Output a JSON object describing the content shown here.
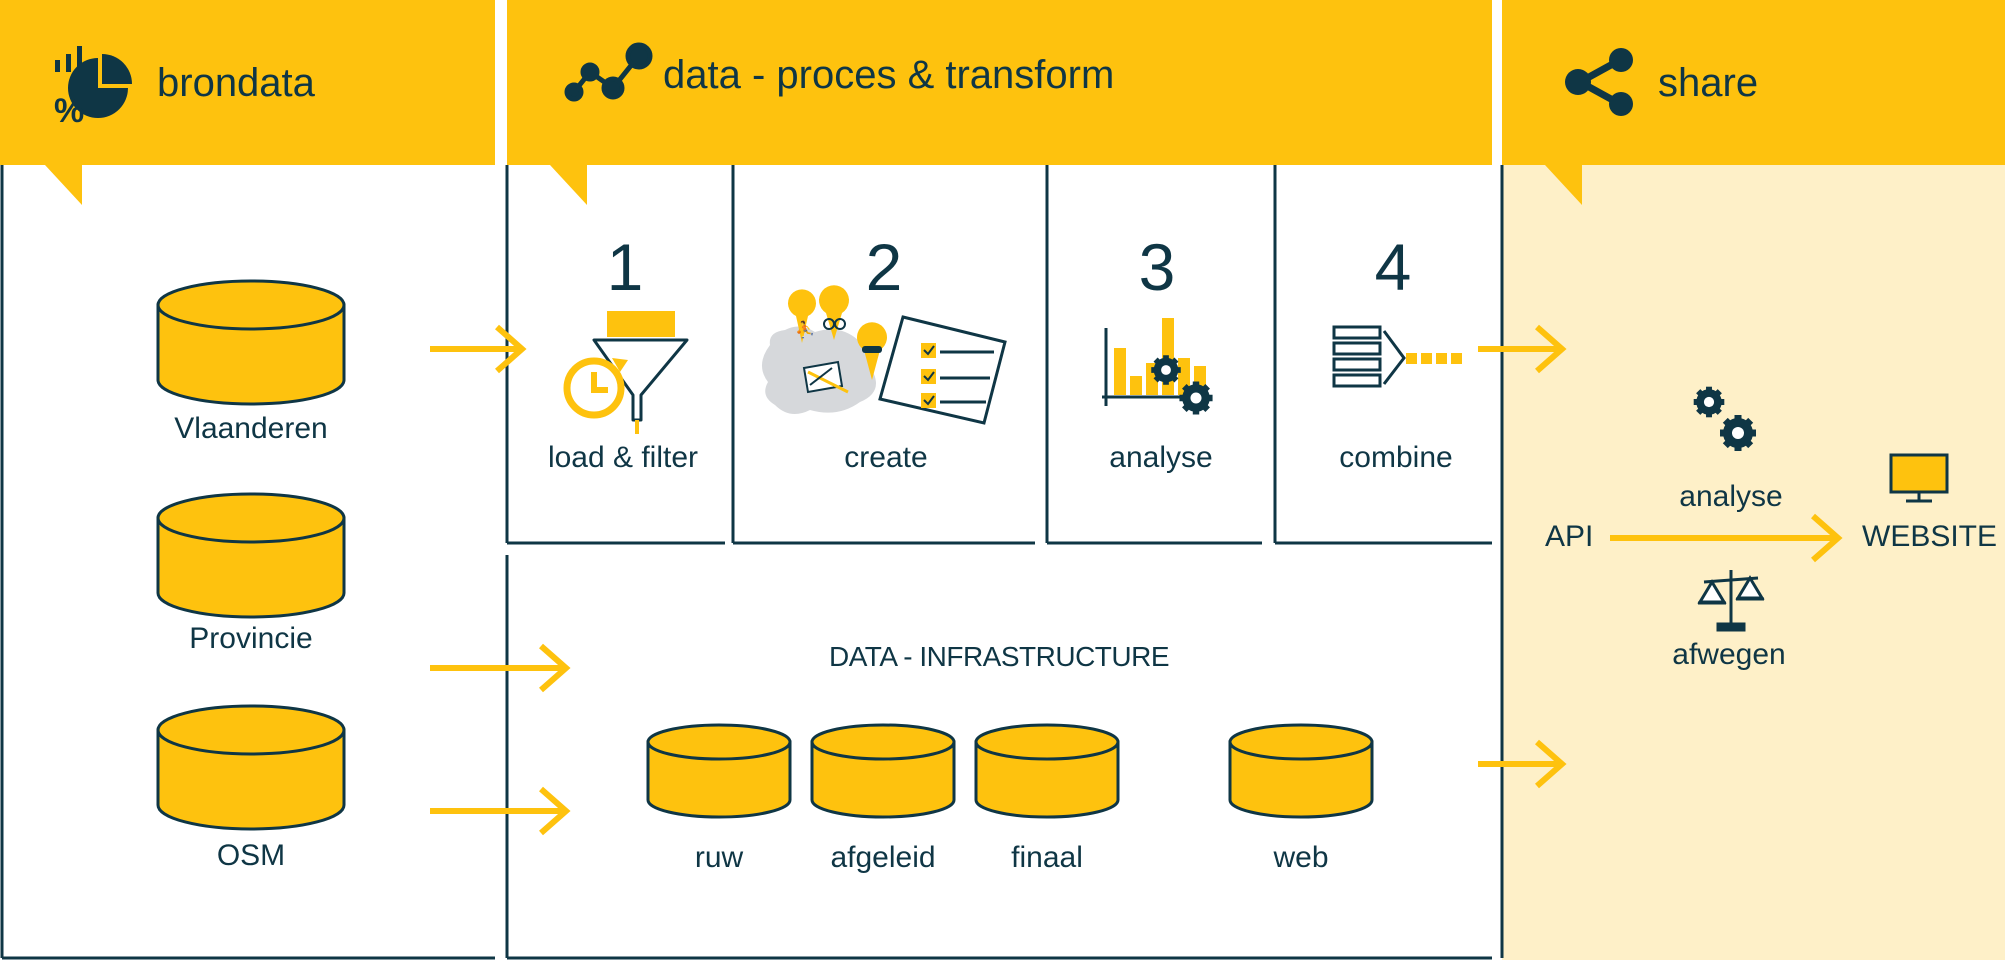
{
  "colors": {
    "accent": "#FEC20E",
    "dark": "#0F3645",
    "light_bg": "#FEF0C8",
    "grey": "#D6D8DB"
  },
  "sections": {
    "brondata": {
      "title": "brondata",
      "icon": "chart-percent-icon"
    },
    "proces": {
      "title": "data - proces & transform",
      "icon": "line-graph-icon"
    },
    "share": {
      "title": "share",
      "icon": "share-icon"
    }
  },
  "sources": [
    {
      "label": "Vlaanderen"
    },
    {
      "label": "Provincie"
    },
    {
      "label": "OSM"
    }
  ],
  "steps": [
    {
      "number": "1",
      "label": "load & filter",
      "icon": "funnel-clock-icon"
    },
    {
      "number": "2",
      "label": "create",
      "icon": "map-checklist-icon"
    },
    {
      "number": "3",
      "label": "analyse",
      "icon": "bar-chart-gears-icon"
    },
    {
      "number": "4",
      "label": "combine",
      "icon": "combine-list-icon"
    }
  ],
  "infrastructure": {
    "title": "DATA - INFRASTRUCTURE",
    "stores": [
      {
        "label": "ruw"
      },
      {
        "label": "afgeleid"
      },
      {
        "label": "finaal"
      },
      {
        "label": "web"
      }
    ]
  },
  "share": {
    "api_label": "API",
    "website_label": "WEBSITE",
    "analyse_label": "analyse",
    "afwegen_label": "afwegen"
  }
}
